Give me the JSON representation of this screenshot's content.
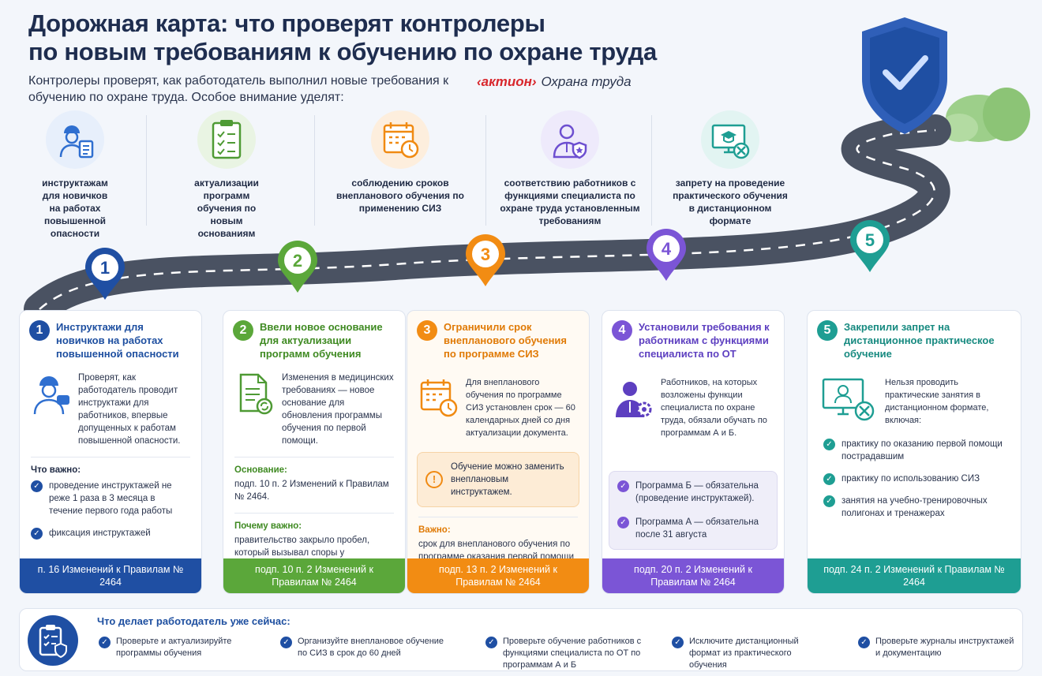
{
  "header": {
    "title_line1": "Дорожная карта: что проверят контролеры",
    "title_line2": "по новым требованиям к обучению по охране труда",
    "subtitle": "Контролеры проверят, как работодатель выполнил новые требования к обучению по охране труда. Особое внимание уделят:",
    "brand_name": "‹актион›",
    "brand_section": "Охрана труда"
  },
  "focus": [
    {
      "text": "инструктажам для новичков на работах повышенной опасности",
      "icon": "worker-checklist-icon"
    },
    {
      "text": "актуализации программ обучения по новым основаниям",
      "icon": "clipboard-check-icon"
    },
    {
      "text": "соблюдению сроков внепланового обучения по применению СИЗ",
      "icon": "calendar-clock-icon"
    },
    {
      "text": "соответствию работников с функциями специалиста по охране труда установленным требованиям",
      "icon": "specialist-badge-icon"
    },
    {
      "text": "запрету на проведение практического обучения в дистанционном формате",
      "icon": "monitor-cancel-icon"
    }
  ],
  "pins": [
    "1",
    "2",
    "3",
    "4",
    "5"
  ],
  "colors": {
    "c1": "#1f4fa3",
    "c2": "#5ba73a",
    "c3": "#f28c13",
    "c4": "#7b55d6",
    "c5": "#1e9e93",
    "road": "#4a5262"
  },
  "cards": {
    "c1": {
      "num": "1",
      "title": "Инструктажи для новичков на работах повышенной опасности",
      "text": "Проверят, как работодатель проводит инструктажи для работников, впервые допущенных к работам повышенной опасности.",
      "important_label": "Что важно:",
      "items": [
        "проведение инструктажей не реже 1 раза в 3 месяца в течение первого года работы",
        "фиксация инструктажей"
      ],
      "footer": "п. 16 Изменений к Правилам № 2464"
    },
    "c2": {
      "num": "2",
      "title": "Ввели новое основание для актуализации программ обучения",
      "text": "Изменения в медицинских требованиях — новое основание для обновления программы обучения по первой помощи.",
      "basis_label": "Основание:",
      "basis_text": "подп. 10 п. 2 Изменений к Правилам № 2464.",
      "why_label": "Почему важно:",
      "why_text": "правительство закрыло пробел, который вызывал споры у работодателей и контролеров.",
      "footer": "подп. 10 п. 2 Изменений к Правилам № 2464"
    },
    "c3": {
      "num": "3",
      "title": "Ограничили срок внепланового обучения по программе СИЗ",
      "text": "Для внепланового обучения по программе СИЗ установлен срок — 60 календарных дней со дня актуализации документа.",
      "note": "Обучение можно заменить внеплановым инструктажем.",
      "important_label": "Важно:",
      "important_text": "срок для внепланового обучения по программе оказания первой помощи не установлен.",
      "footer": "подп. 13 п. 2 Изменений к Правилам № 2464"
    },
    "c4": {
      "num": "4",
      "title": "Установили требования к работникам с функциями специалиста по ОТ",
      "text": "Работников, на которых возложены функции специалиста по охране труда, обязали обучать по программам А и Б.",
      "items": [
        "Программа Б — обязательна (проведение инструктажей).",
        "Программа А — обязательна после 31 августа"
      ],
      "footer": "подп. 20 п. 2 Изменений к Правилам № 2464"
    },
    "c5": {
      "num": "5",
      "title": "Закрепили запрет на дистанционное практическое обучение",
      "text": "Нельзя проводить практические занятия в дистанционном формате, включая:",
      "items": [
        "практику по оказанию первой помощи пострадавшим",
        "практику по использованию СИЗ",
        "занятия на учебно-тренировочных полигонах и тренажерах"
      ],
      "footer": "подп. 24 п. 2 Изменений к Правилам № 2464"
    }
  },
  "bottom": {
    "title": "Что делает работодатель уже сейчас:",
    "items": [
      "Проверьте и актуализируйте программы обучения",
      "Организуйте внеплановое обучение по СИЗ в срок до 60 дней",
      "Проверьте обучение работников с функциями специалиста по ОТ по программам А и Б",
      "Исключите дистанционный формат из практического обучения",
      "Проверьте журналы инструктажей и документацию"
    ]
  }
}
